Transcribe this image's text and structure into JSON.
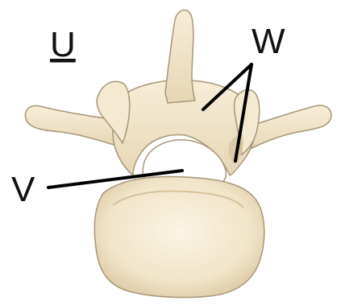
{
  "labels": {
    "u": "U",
    "v": "V",
    "w": "W"
  },
  "colors": {
    "bone": "#f1e5c9",
    "bone_light": "#f8efdb",
    "bone_shadow": "#d6c29c",
    "bone_outline": "#a89676",
    "leader_line": "#000000",
    "text": "#111111"
  }
}
